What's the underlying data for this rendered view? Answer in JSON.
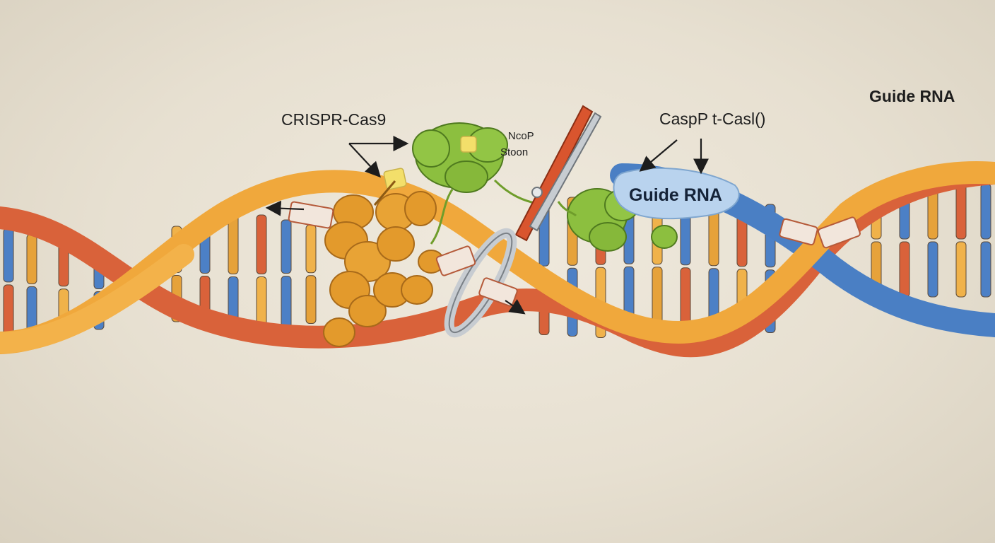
{
  "labels": {
    "crispr_cas9": "CRISPR-Cas9",
    "nicop": "NcoP",
    "steon": "Stoon",
    "caspt_casl": "CaspP t-Casl()",
    "guide_rna_top": "Guide RNA",
    "guide_rna_blob": "Guide RNA"
  },
  "colors": {
    "background": "#e9e3d6",
    "strand_orange": "#f0a83c",
    "strand_red": "#d9623a",
    "strand_blue": "#4a7fc4",
    "rung_blue": "#4c80c6",
    "protein_orange": "#e39a2c",
    "protein_green": "#8cbf3f",
    "guide_rna_blob": "#b9d3ee",
    "scissors_red": "#d9552e",
    "scissors_silver": "#c7ccd1"
  },
  "icons": [
    "scissors-icon",
    "arrow-icon"
  ]
}
